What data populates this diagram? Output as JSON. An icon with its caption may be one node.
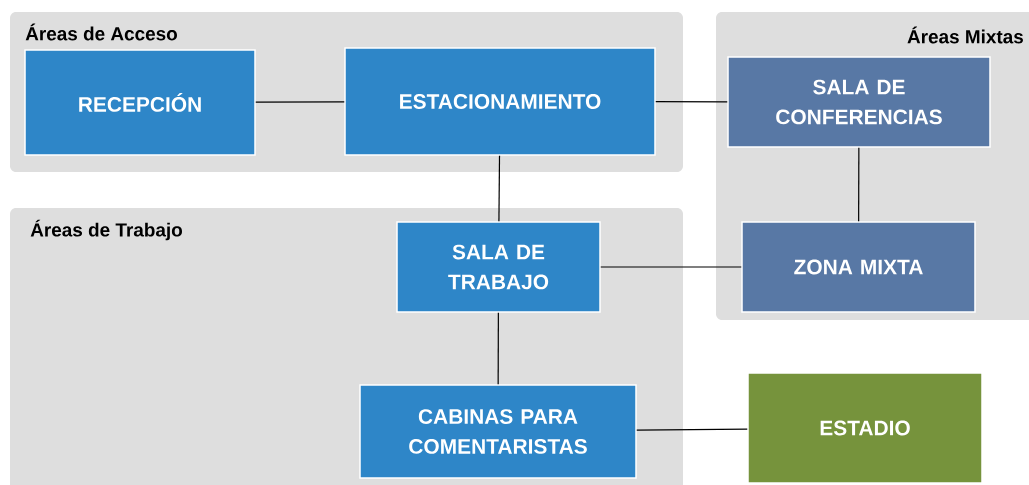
{
  "diagram": {
    "nodes": [
      {
        "text": [
          "Áreas de Acceso"
        ]
      },
      {
        "text": [
          "Áreas Mixtas"
        ]
      },
      {
        "text": [
          "Áreas de Trabajo"
        ]
      },
      {
        "text": [
          "RECEPCIÓN"
        ],
        "in": 0
      },
      {
        "text": [
          "ESTACIONAMIENTO"
        ],
        "in": 0
      },
      {
        "text": [
          "SALA DE CONFERENCIAS"
        ],
        "in": 1
      },
      {
        "text": [
          "SALA DE TRABAJO"
        ],
        "in": 2
      },
      {
        "text": [
          "ZONA MIXTA"
        ],
        "in": 1
      },
      {
        "text": [
          "CABINAS PARA COMENTARISTAS"
        ],
        "in": 2
      },
      {
        "text": [
          "ESTADIO"
        ]
      }
    ],
    "edges": [
      {
        "from": 3,
        "to": 4,
        "arrow": "none"
      },
      {
        "from": 4,
        "to": 5,
        "arrow": "none"
      },
      {
        "from": 4,
        "to": 6,
        "arrow": "none"
      },
      {
        "from": 5,
        "to": 7,
        "arrow": "none"
      },
      {
        "from": 6,
        "to": 7,
        "arrow": "none"
      },
      {
        "from": 6,
        "to": 8,
        "arrow": "none"
      },
      {
        "from": 8,
        "to": 9,
        "arrow": "none"
      }
    ]
  }
}
